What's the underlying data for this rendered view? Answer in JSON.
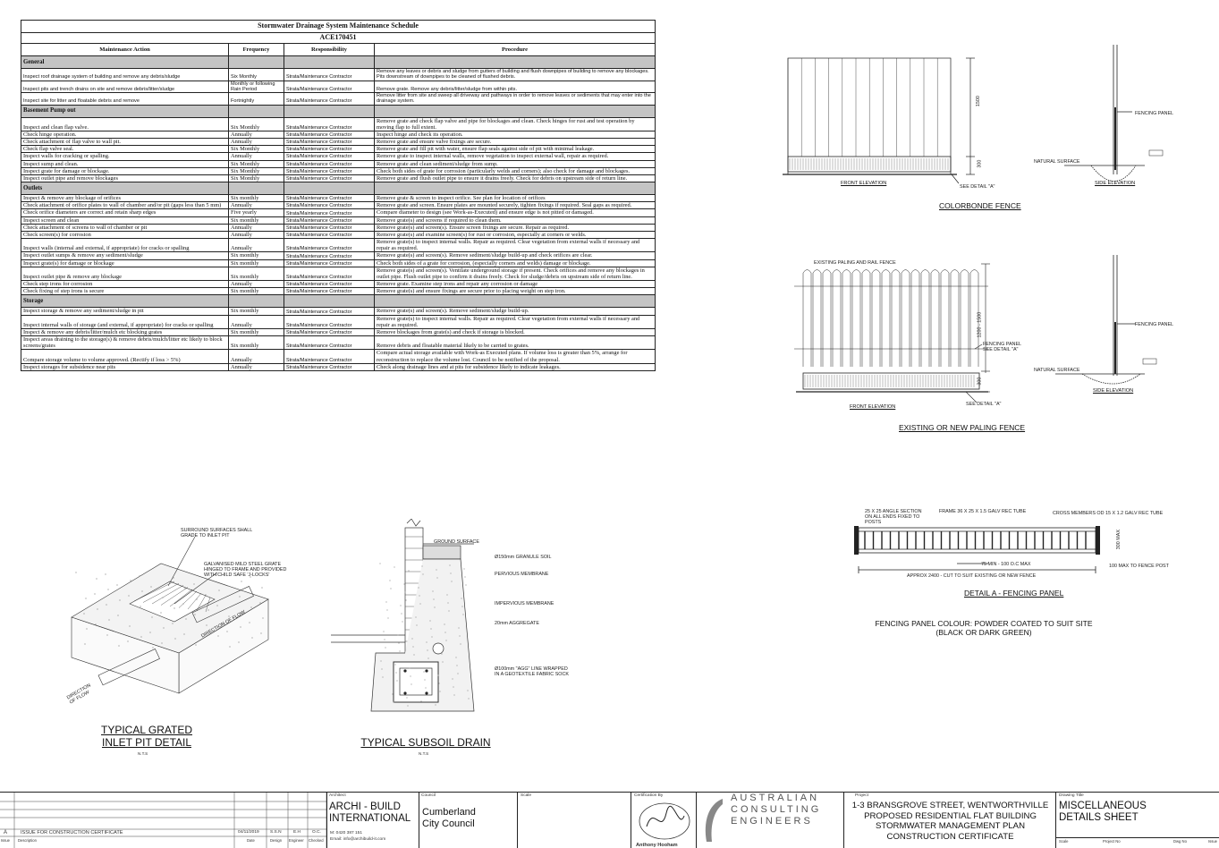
{
  "schedule": {
    "title": "Stormwater Drainage System Maintenance Schedule",
    "code": "ACE170451",
    "headers": [
      "Maintenance Action",
      "Frequency",
      "Responsibility",
      "Procedure"
    ],
    "sections": [
      {
        "name": "General",
        "rows": [
          [
            "Inspect roof drainage system of building and remove any debris/sludge",
            "Six Monthly",
            "Strata/Maintenance Contractor",
            "Remove any leaves or debris and sludge from gutters of building and flush downpipes of building to remove any blockages. Pits downstream of downpipes to be cleaned of flushed debris."
          ],
          [
            "Inspect pits and trench drains on site and remove debris/litter/sludge",
            "Monthly or following Rain Period",
            "Strata/Maintenance Contractor",
            "Remove grate. Remove any debris/litter/sludge from within pits."
          ],
          [
            "Inspect site for litter and floatable debris and remove",
            "Fortnightly",
            "Strata/Maintenance Contractor",
            "Remove litter from site and sweep all driveway and pathways in order to remove leaves or sediments that may enter into the drainage system."
          ]
        ]
      },
      {
        "name": "Basement Pump out",
        "rows": [
          [
            "Inspect and clean flap valve.",
            "Six Monthly",
            "Strata/Maintenance Contractor",
            "Remove grate and check flap valve and pipe for blockages and clean. Check hinges for rust and test operation by moving flap to full extent."
          ],
          [
            "Check hinge operation.",
            "Annually",
            "Strata/Maintenance Contractor",
            "Inspect hinge and check its operation."
          ],
          [
            "Check attachment of flap valve to wall pit.",
            "Annually",
            "Strata/Maintenance Contractor",
            "Remove grate and ensure valve fixings are secure."
          ],
          [
            "Check flap valve seal.",
            "Six Monthly",
            "Strata/Maintenance Contractor",
            "Remove grate and fill pit with water, ensure flap seals against side of pit with minimal leakage."
          ],
          [
            "Inspect walls for cracking or spalling.",
            "Annually",
            "Strata/Maintenance Contractor",
            "Remove grate to inspect internal walls, remove vegetation to inspect external wall, repair as required."
          ],
          [
            "Inspect sump and clean.",
            "Six Monthly",
            "Strata/Maintenance Contractor",
            "Remove grate and clean sediment/sludge from sump."
          ],
          [
            "Inspect grate for damage or blockage.",
            "Six Monthly",
            "Strata/Maintenance Contractor",
            "Check both sides of grate for corrosion (particularly welds and corners); also check for damage and blockages."
          ],
          [
            "Inspect outlet pipe and remove blockages",
            "Six Monthly",
            "Strata/Maintenance Contractor",
            "Remove grate and flush outlet pipe to ensure it drains freely. Check for debris on upstream side of return line."
          ]
        ]
      },
      {
        "name": "Outlets",
        "rows": [
          [
            "Inspect & remove any blockage of orifices",
            "Six monthly",
            "Strata/Maintenance Contractor",
            "Remove grate & screen to inspect orifice. See plan for location of orifices"
          ],
          [
            "Check attachment of orifice plates to wall of chamber and/or pit (gaps less than 5 mm)",
            "Annually",
            "Strata/Maintenance Contractor",
            "Remove grate and screen. Ensure plates are mounted securely, tighten fixings if required. Seal gaps as required."
          ],
          [
            "Check orifice diameters are correct and retain sharp edges",
            "Five yearly",
            "Strata/Maintenance Contractor",
            "Compare diameter to design (see Work-as-Executed) and ensure edge is not pitted or damaged."
          ],
          [
            "Inspect screen and clean",
            "Six monthly",
            "Strata/Maintenance Contractor",
            "Remove grate(s) and screens if required to clean them."
          ],
          [
            "Check attachment of screens to wall of chamber or pit",
            "Annually",
            "Strata/Maintenance Contractor",
            "Remove grate(s) and screen(s). Ensure screen fixings are secure. Repair as required."
          ],
          [
            "Check screen(s) for corrosion",
            "Annually",
            "Strata/Maintenance Contractor",
            "Remove grate(s) and examine screen(s) for rust or corrosion, especially at corners or welds."
          ],
          [
            "Inspect walls (internal and external, if appropriate) for cracks or spalling",
            "Annually",
            "Strata/Maintenance Contractor",
            "Remove grate(s) to inspect internal walls. Repair as required. Clear vegetation from external walls if necessary and repair as required."
          ],
          [
            "Inspect outlet sumps & remove any sediment/sludge",
            "Six monthly",
            "Strata/Maintenance Contractor",
            "Remove grate(s) and screen(s). Remove sediment/sludge build-up and check orifices are clear."
          ],
          [
            "Inspect grate(s) for damage or blockage",
            "Six monthly",
            "Strata/Maintenance Contractor",
            "Check both sides of a grate for corrosion, (especially corners and welds) damage or blockage."
          ],
          [
            "Inspect outlet pipe & remove any blockage",
            "Six monthly",
            "Strata/Maintenance Contractor",
            "Remove grate(s) and screen(s). Ventilate underground storage if present. Check orifices and remove any blockages in outlet pipe. Flush outlet pipe to confirm it drains freely. Check for sludge/debris on upstream side of return line."
          ],
          [
            "Check step irons for corrosion",
            "Annually",
            "Strata/Maintenance Contractor",
            "Remove grate. Examine step irons and repair any corrosion or damage"
          ],
          [
            "Check fixing of step irons is secure",
            "Six monthly",
            "Strata/Maintenance Contractor",
            "Remove grate(s) and ensure fixings are secure prior to placing weight on step iron."
          ]
        ]
      },
      {
        "name": "Storage",
        "rows": [
          [
            "Inspect storage & remove any sediment/sludge in pit",
            "Six monthly",
            "Strata/Maintenance Contractor",
            "Remove grate(s) and screen(s). Remove sediment/sludge build-up."
          ],
          [
            "Inspect internal walls of storage (and external, if appropriate) for cracks or spalling",
            "Annually",
            "Strata/Maintenance Contractor",
            "Remove grate(s) to inspect internal walls. Repair as required. Clear vegetation from external walls if necessary and repair as required."
          ],
          [
            "Inspect & remove any debris/litter/mulch etc blocking grates",
            "Six monthly",
            "Strata/Maintenance Contractor",
            "Remove blockages from grate(s) and check if storage is blocked."
          ],
          [
            "Inspect areas draining to the storage(s) & remove debris/mulch/litter etc likely to block screens/grates",
            "Six monthly",
            "Strata/Maintenance Contractor",
            "Remove debris and floatable material likely to be carried to grates."
          ],
          [
            "Compare storage volume to volume approved. (Rectify if loss > 5%)",
            "Annually",
            "Strata/Maintenance Contractor",
            "Compare actual storage available with Work-as Executed plans. If volume loss is greater than 5%, arrange for reconstruction to replace the volume lost. Council to be notified of the proposal."
          ],
          [
            "Inspect storages for subsidence near pits",
            "Annually",
            "Strata/Maintenance Contractor",
            "Check along drainage lines and at pits for subsidence likely to indicate leakages."
          ]
        ]
      }
    ]
  },
  "colorbond": {
    "title": "COLORBONDE FENCE",
    "front": "FRONT ELEVATION",
    "side": "SIDE ELEVATION",
    "see_detail": "SEE DETAIL \"A\"",
    "fencing_panel": "FENCING PANEL",
    "natural_surface": "NATURAL SURFACE",
    "dim_1": "1500",
    "dim_2": "300"
  },
  "paling": {
    "title": "EXISTING OR NEW PALING FENCE",
    "existing": "EXISTING PALING AND RAIL FENCE",
    "front": "FRONT ELEVATION",
    "side": "SIDE ELEVATION",
    "panel_see": "FENCING PANEL\nSEE DETAIL \"A\"",
    "see_detail": "SEE DETAIL \"A\"",
    "fencing_panel": "FENCING PANEL",
    "natural_surface": "NATURAL SURFACE",
    "dim_1": "1200 - 1500",
    "dim_2": "300"
  },
  "detail_a": {
    "title": "DETAIL A - FENCING PANEL",
    "angle": "25 X 25 ANGLE SECTION\nON ALL ENDS FIXED TO\nPOSTS",
    "frame": "FRAME 36 X 25 X 1.5 GALV REC TUBE",
    "cross": "CROSS MEMBERS OD 15 X 1.2 GALV REC TUBE",
    "spacing": "75 MIN - 100 O.C MAX",
    "post": "100 MAX TO FENCE POST",
    "approx": "APPROX 2400 - CUT TO SUIT EXISTING OR NEW FENCE",
    "height": "300 MAX",
    "colour_note": "FENCING PANEL COLOUR: POWDER COATED TO SUIT SITE\n(BLACK OR DARK GREEN)"
  },
  "inlet_pit": {
    "title_1": "TYPICAL GRATED",
    "title_2": "INLET PIT DETAIL",
    "scale": "N.T.S",
    "surround": "SURROUND SURFACES SHALL\nGRADE TO INLET PIT",
    "grate": "GALVANISED MILD STEEL GRATE\nHINGED TO FRAME AND PROVIDED\nWITH CHILD SAFE 'J-LOCKS'",
    "flow_1": "DIRECTION OF FLOW",
    "flow_2": "DIRECTION\nOF FLOW"
  },
  "subsoil": {
    "title": "TYPICAL SUBSOIL DRAIN",
    "scale": "N.T.S",
    "ground": "GROUND SURFACE",
    "granule": "Ø150mm GRANULE SOIL",
    "pervious": "PERVIOUS MEMBRANE",
    "impervious": "IMPERVIOUS MEMBRANE",
    "aggregate": "20mm AGGREGATE",
    "agg_line": "Ø100mm \"AGG\" LINE WRAPPED\nIN A GEOTEXTILE FABRIC SOCK"
  },
  "title_block": {
    "rev": "A",
    "rev_desc": "ISSUE FOR CONSTRUCTION CERTIFICATE",
    "rev_date": "04/11/2019",
    "rev_design": "S.S.N",
    "rev_eng": "E.H",
    "rev_chk": "O.C.",
    "col_issue": "Issue",
    "col_desc": "Description",
    "col_date": "Date",
    "col_design": "Design",
    "col_eng": "Engineer",
    "col_chk": "Checked",
    "architect_lbl": "Architect",
    "architect": "ARCHI - BUILD\nINTERNATIONAL",
    "architect_m": "M: 0420 387 151",
    "architect_e": "Email: info@archibuild-it.com",
    "council_lbl": "Council",
    "council": "Cumberland\nCity Council",
    "scale_lbl": "Scale",
    "cert_lbl": "Certification By",
    "cert_name": "Anthony Hooham",
    "firm_1": "AUSTRALIAN",
    "firm_2": "CONSULTING",
    "firm_3": "ENGINEERS",
    "project_lbl": "Project",
    "project": "1-3 BRANSGROVE STREET, WENTWORTHVILLE\nPROPOSED RESIDENTIAL FLAT BUILDING\nSTORMWATER MANAGEMENT PLAN\nCONSTRUCTION CERTIFICATE",
    "drawing_lbl": "Drawing Title",
    "drawing": "MISCELLANEOUS\nDETAILS SHEET",
    "scale_val_lbl": "Scale",
    "proj_no_lbl": "Project No",
    "dwg_no_lbl": "Dwg No",
    "issue_lbl": "Issue"
  }
}
